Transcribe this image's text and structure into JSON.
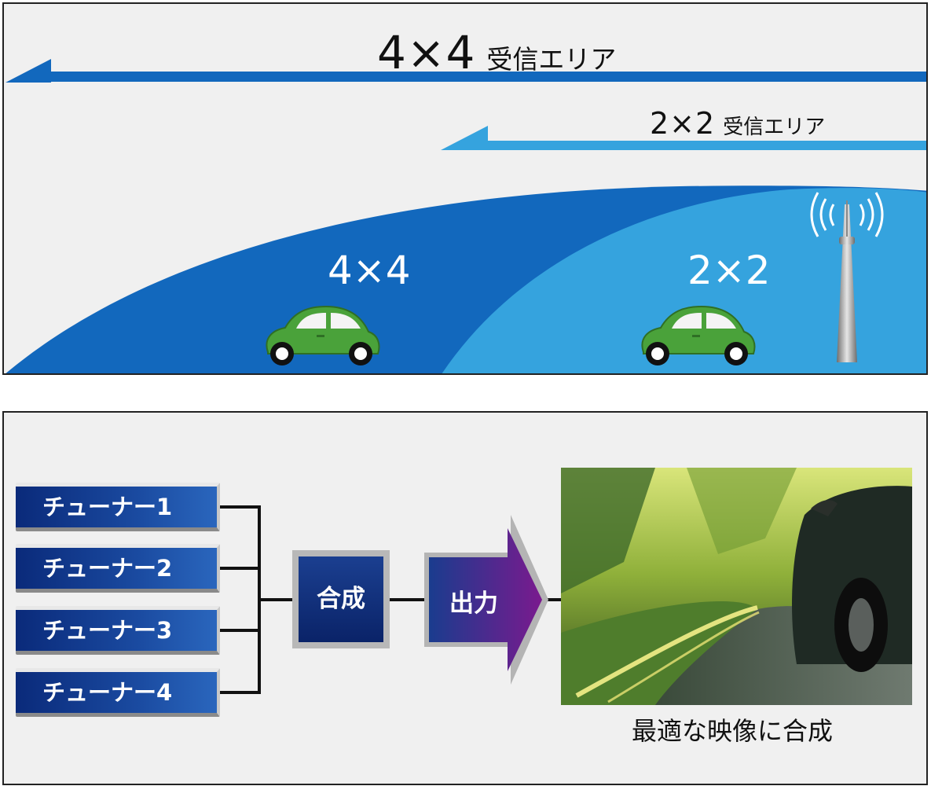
{
  "coverage_4x4": {
    "number": "4×4",
    "suffix": "受信エリア"
  },
  "coverage_2x2": {
    "number": "2×2",
    "suffix": "受信エリア"
  },
  "area_4x4_label": "4×4",
  "area_2x2_label": "2×2",
  "tuners": [
    "チューナー1",
    "チューナー2",
    "チューナー3",
    "チューナー4"
  ],
  "combine_label": "合成",
  "output_label": "出力",
  "caption": "最適な映像に合成",
  "colors": {
    "dark_blue": "#1268bd",
    "light_blue": "#35a3de",
    "car_green": "#4aa23a",
    "panel_bg": "#f0f0f0"
  },
  "icons": [
    "antenna-tower-icon",
    "car-icon"
  ]
}
